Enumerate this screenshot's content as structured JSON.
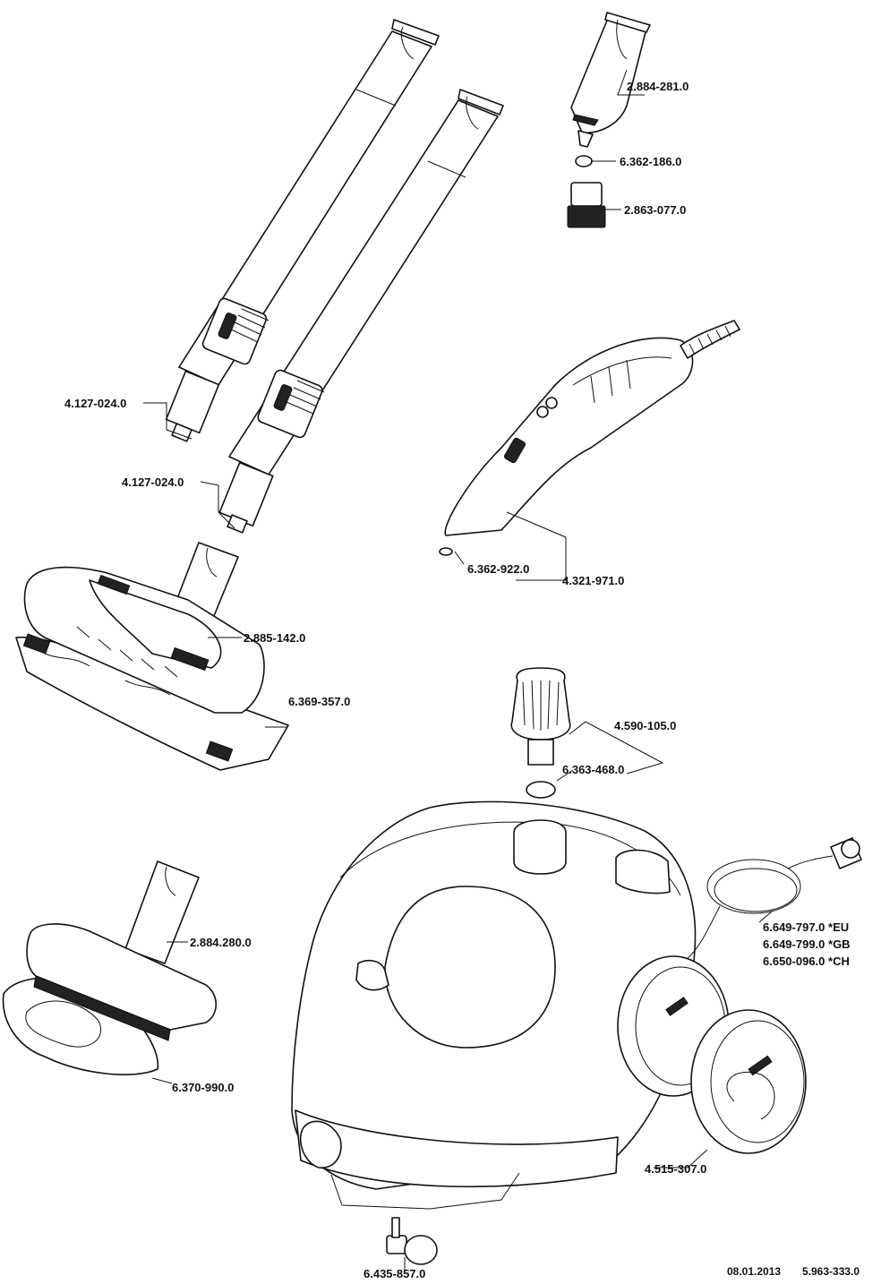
{
  "labels": {
    "nozzle_round": "2.884-281.0",
    "oring_small": "6.362-186.0",
    "brush_round": "2.863-077.0",
    "tube_1": "4.127-024.0",
    "tube_2": "4.127-024.0",
    "handgun_oring": "6.362-922.0",
    "handgun": "4.321-971.0",
    "floor_nozzle": "2.885-142.0",
    "floor_cloth": "6.369-357.0",
    "cap": "4.590-105.0",
    "cap_seal": "6.363-468.0",
    "power_cord_eu": "6.649-797.0 *EU",
    "power_cord_gb": "6.649-799.0 *GB",
    "power_cord_ch": "6.650-096.0 *CH",
    "hand_nozzle": "2.884.280.0",
    "terry_cover": "6.370-990.0",
    "wheel": "4.515-307.0",
    "castor": "6.435-857.0"
  },
  "footer": {
    "date": "08.01.2013",
    "doc_number": "5.963-333.0"
  }
}
